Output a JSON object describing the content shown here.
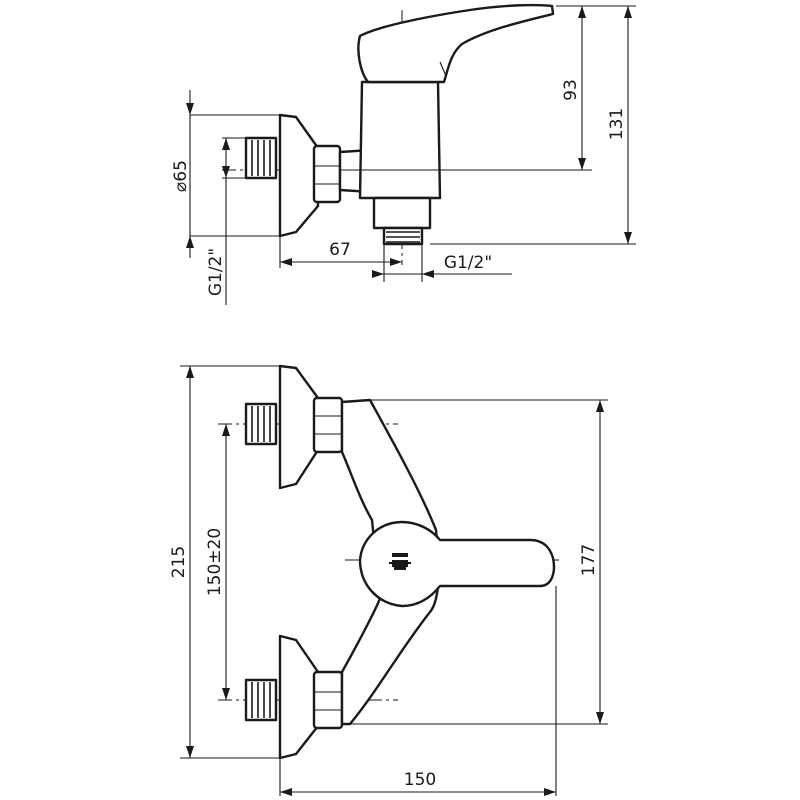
{
  "drawing": {
    "side_view": {
      "dim_diameter": "65",
      "dim_diameter_symbol": "⌀",
      "dim_height_outlet": "93",
      "dim_height_total": "131",
      "dim_projection": "67",
      "dim_thread_inlet": "G1/2\"",
      "dim_thread_outlet": "G1/2\""
    },
    "front_view": {
      "dim_total_height": "215",
      "dim_center_distance": "150±20",
      "dim_body_height": "177",
      "dim_width": "150"
    }
  }
}
